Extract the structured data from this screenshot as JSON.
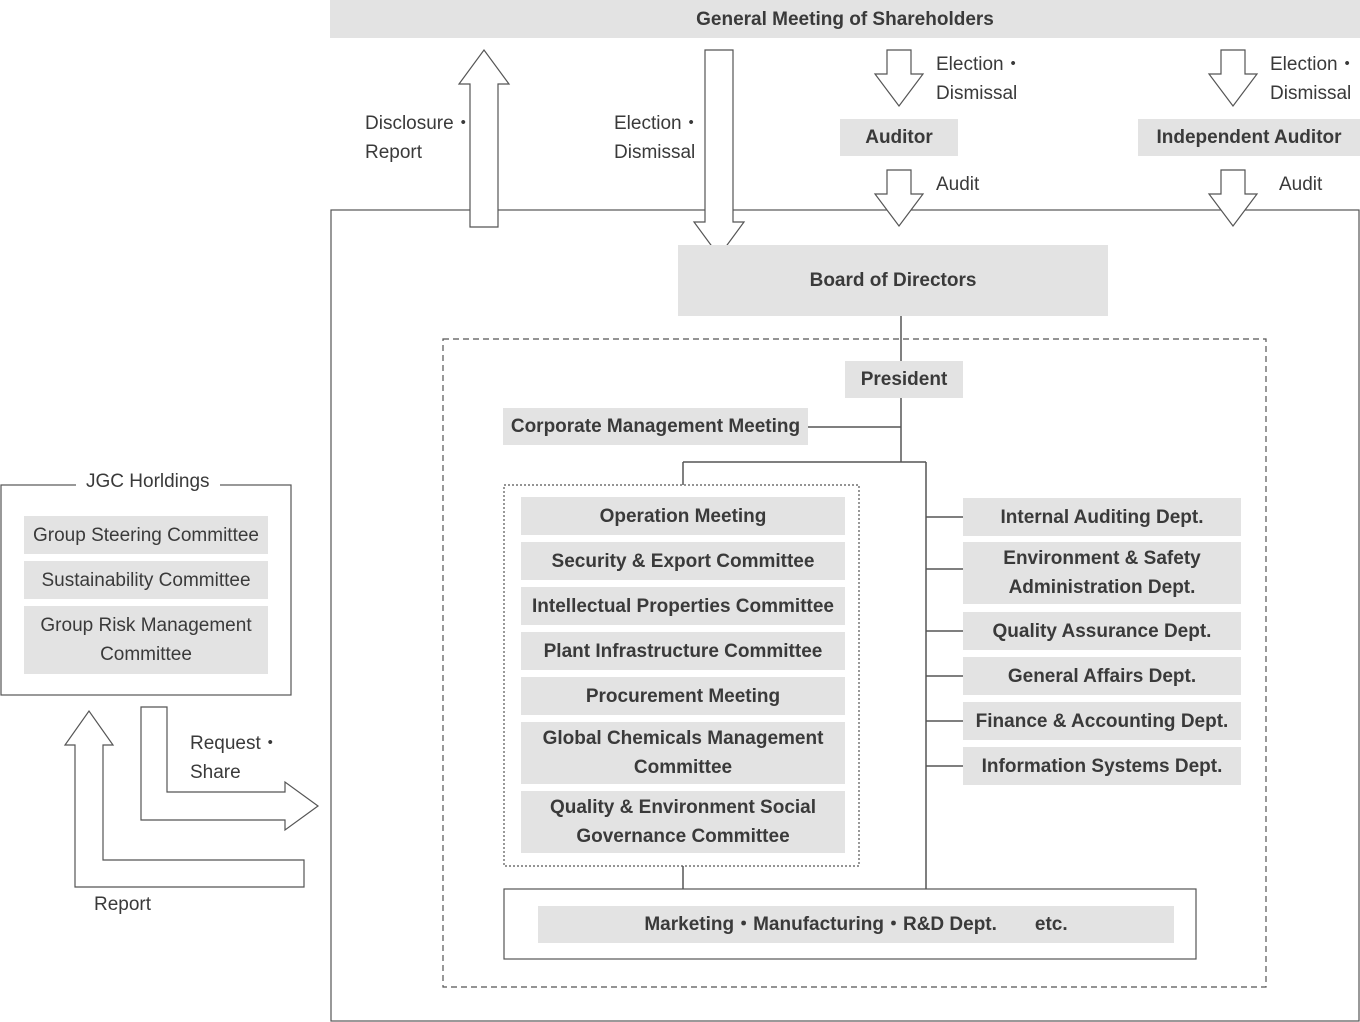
{
  "shareholders": "General Meeting of Shareholders",
  "auditor": "Auditor",
  "independent_auditor": "Independent Auditor",
  "board": "Board of Directors",
  "president": "President",
  "corporate_meeting": "Corporate Management Meeting",
  "arrows": {
    "disclosure_report": "Disclosure・\nReport",
    "election_dismissal": "Election・\nDismissal",
    "election_dismissal_auditor": "Election・\nDismissal",
    "election_dismissal_indep": "Election・\nDismissal",
    "audit_auditor": "Audit",
    "audit_indep": "Audit",
    "request_share": "Request・\nShare",
    "report": "Report"
  },
  "holdings": {
    "title": "JGC Horldings",
    "items": [
      "Group Steering Committee",
      "Sustainability Committee",
      "Group Risk Management\nCommittee"
    ]
  },
  "committees": [
    "Operation Meeting",
    "Security & Export Committee",
    "Intellectual Properties Committee",
    "Plant Infrastructure Committee",
    "Procurement Meeting",
    "Global Chemicals Management\nCommittee",
    "Quality & Environment Social\nGovernance Committee"
  ],
  "departments": [
    "Internal Auditing Dept.",
    "Environment & Safety\nAdministration Dept.",
    "Quality Assurance Dept.",
    "General Affairs Dept.",
    "Finance & Accounting Dept.",
    "Information Systems Dept."
  ],
  "operations": "Marketing・Manufacturing・R&D Dept.　　etc.",
  "colors": {
    "box_fill": "#e3e3e3",
    "line": "#555555",
    "text": "#3a3a3a"
  }
}
